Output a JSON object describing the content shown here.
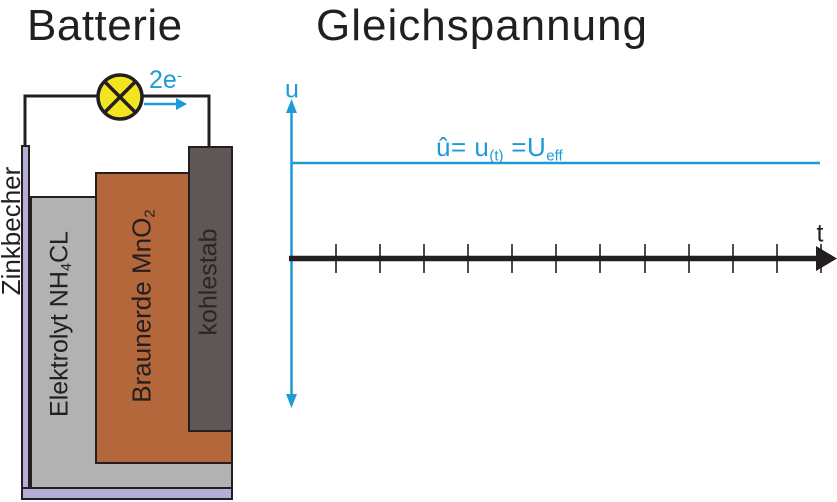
{
  "titles": {
    "battery": "Batterie",
    "graph": "Gleichspannung"
  },
  "battery": {
    "zinc_cup_label": "Zinkbecher",
    "electrolyte_label": {
      "text": "Elektrolyt NH",
      "subscript": "4",
      "tail": "CL"
    },
    "manganese_label": {
      "text": "Braunerde MnO",
      "subscript": "2"
    },
    "carbon_rod_label": "kohlestab",
    "electron_flow": {
      "text": "2e",
      "superscript": "-"
    }
  },
  "graph": {
    "y_axis_label": "u",
    "x_axis_label": "t",
    "dc_formula": {
      "p1": "û= u",
      "sub1": "(t)",
      "p2": " =U",
      "sub2": "eff"
    }
  },
  "colors": {
    "accent_blue": "#1e9bd7",
    "ink": "#231f20",
    "zinc_purple": "#b6aed7",
    "electrolyte_gray": "#b2b2b2",
    "manganese_brown": "#b5673c",
    "carbon_gray": "#5e5756",
    "lamp_yellow": "#f2e41f"
  }
}
